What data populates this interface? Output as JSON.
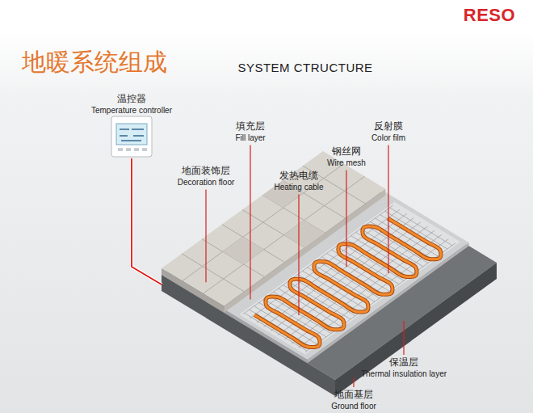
{
  "diagram": {
    "title": "地暖系统组成",
    "labels": [
      "RESO",
      "SYSTEM CTRUCTURE",
      "温控器",
      "Temperature controller",
      "填充层",
      "Fill layer",
      "反射膜",
      "Color film",
      "钢丝网",
      "Wire mesh",
      "地面装饰层",
      "Decoration floor",
      "发热电缆",
      "Heating cable",
      "保温层",
      "Thermal insulation layer",
      "地面基层",
      "Ground floor"
    ]
  }
}
